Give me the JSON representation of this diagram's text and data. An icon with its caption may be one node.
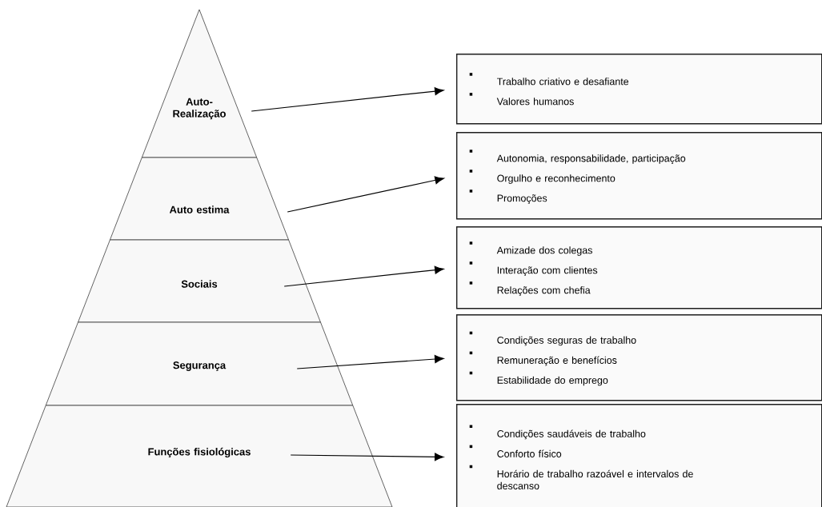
{
  "diagram": {
    "nodes": [
      {
        "text": [
          "Auto-Realização"
        ]
      },
      {
        "text": [
          "Auto estima"
        ]
      },
      {
        "text": [
          "Sociais"
        ]
      },
      {
        "text": [
          "Segurança"
        ]
      },
      {
        "text": [
          "Funções fisiológicas"
        ]
      },
      {
        "text": [
          "Trabalho criativo e desafiante",
          "Valores humanos"
        ]
      },
      {
        "text": [
          "Autonomia, responsabilidade, participação",
          "Orgulho e reconhecimento",
          "Promoções"
        ]
      },
      {
        "text": [
          "Amizade dos colegas",
          "Interação com clientes",
          "Relações com chefia"
        ]
      },
      {
        "text": [
          "Condições seguras de trabalho",
          "Remuneração e benefícios",
          "Estabilidade do emprego"
        ]
      },
      {
        "text": [
          "Condições saudáveis de trabalho",
          "Conforto físico",
          "Horário de trabalho razoável e intervalos de descanso"
        ]
      }
    ],
    "edges": [
      {
        "from": 0,
        "to": 5,
        "arrow": "to"
      },
      {
        "from": 1,
        "to": 6,
        "arrow": "to"
      },
      {
        "from": 2,
        "to": 7,
        "arrow": "to"
      },
      {
        "from": 3,
        "to": 8,
        "arrow": "to"
      },
      {
        "from": 4,
        "to": 9,
        "arrow": "to"
      }
    ]
  }
}
